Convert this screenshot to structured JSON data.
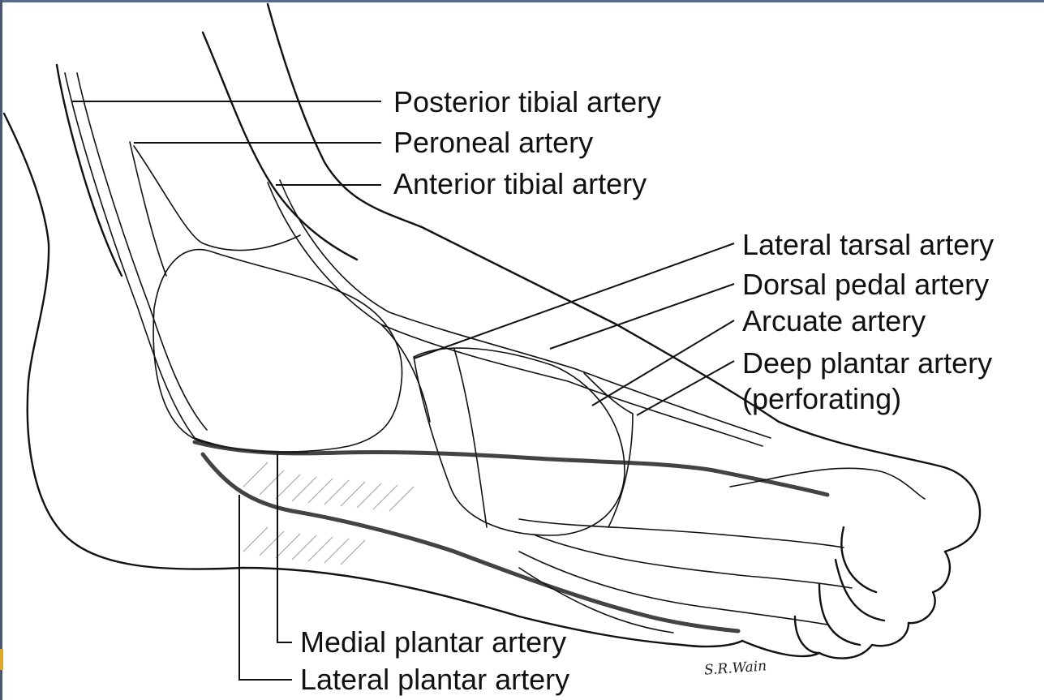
{
  "labels": {
    "posterior_tibial": "Posterior tibial artery",
    "peroneal": "Peroneal artery",
    "anterior_tibial": "Anterior tibial artery",
    "lateral_tarsal": "Lateral tarsal artery",
    "dorsal_pedal": "Dorsal pedal artery",
    "arcuate": "Arcuate artery",
    "deep_plantar": "Deep plantar artery",
    "deep_plantar_note": "(perforating)",
    "medial_plantar": "Medial plantar artery",
    "lateral_plantar": "Lateral plantar artery"
  },
  "signature": "S.R.Wain"
}
